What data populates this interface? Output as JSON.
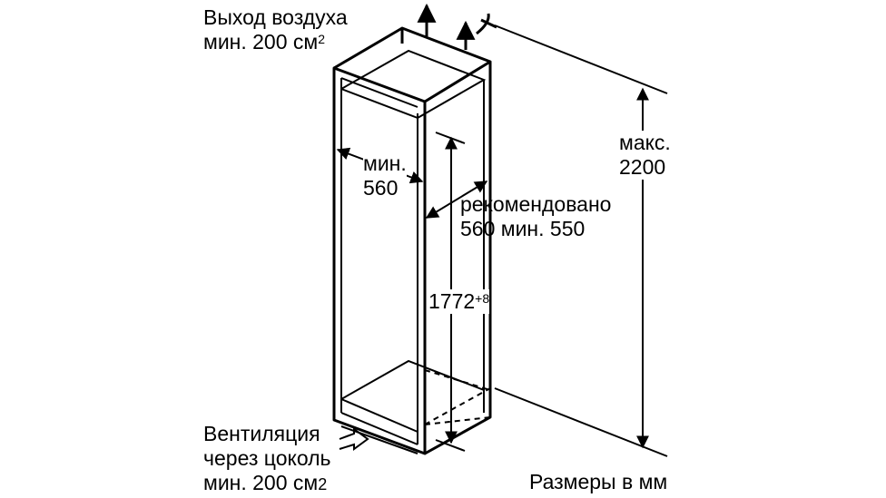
{
  "labels": {
    "air_outlet": {
      "line1": "Выход воздуха",
      "line2": "мин. 200 см",
      "sup": "2"
    },
    "niche_width": {
      "line1": "мин.",
      "line2": "560"
    },
    "niche_depth": {
      "line1": "рекомендовано",
      "line2": "560 мин. 550"
    },
    "max_height": {
      "line1": "макс.",
      "line2": "2200"
    },
    "niche_height": {
      "value": "1772",
      "sup": "+8"
    },
    "ventilation": {
      "line1": "Вентиляция",
      "line2": "через цоколь",
      "line3": "мин. 200 см",
      "sub": "2"
    },
    "units_note": "Размеры в мм"
  },
  "colors": {
    "line": "#000000",
    "background": "#ffffff"
  }
}
